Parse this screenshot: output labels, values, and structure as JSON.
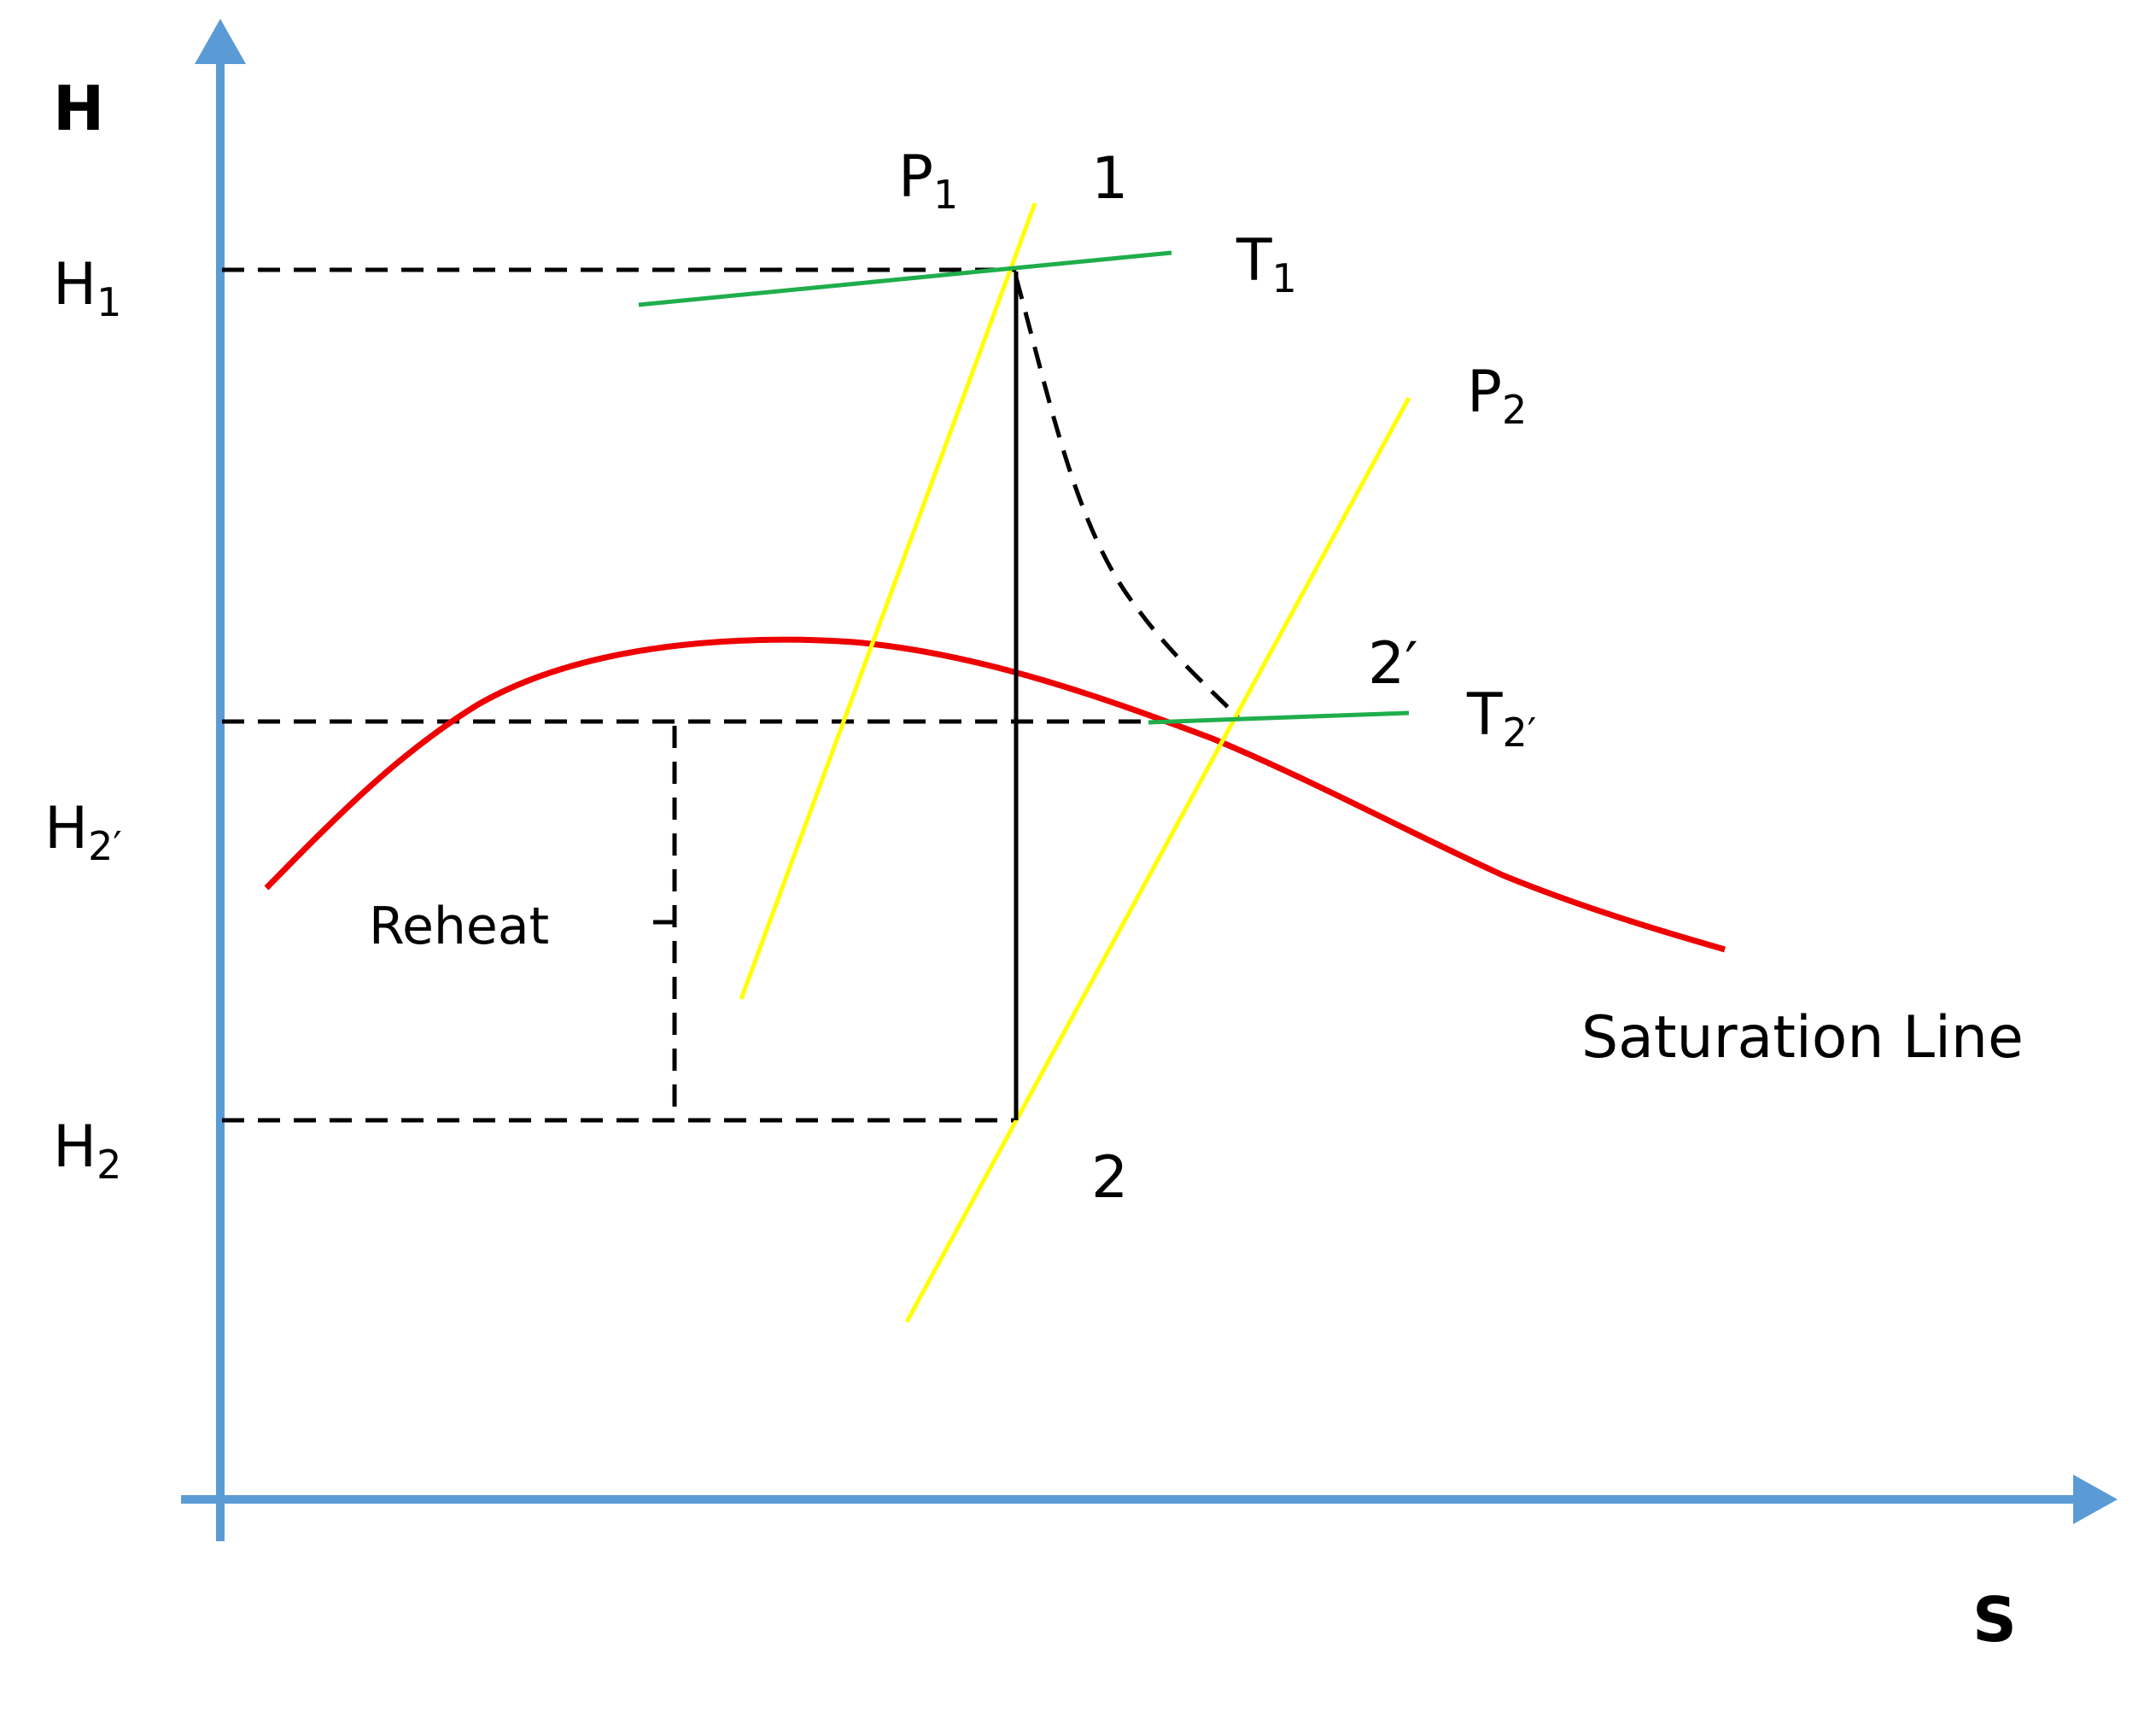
{
  "axes": {
    "y_label": "H",
    "x_label": "S",
    "y_ticks": [
      {
        "base": "H",
        "sub": "1"
      },
      {
        "base": "H",
        "sub": "2′"
      },
      {
        "base": "H",
        "sub": "2"
      }
    ]
  },
  "isobars": [
    {
      "base": "P",
      "sub": "1"
    },
    {
      "base": "P",
      "sub": "2"
    }
  ],
  "isotherms": [
    {
      "base": "T",
      "sub": "1"
    },
    {
      "base": "T",
      "sub": "2′"
    }
  ],
  "states": {
    "point_1": "1",
    "point_2": "2",
    "point_2prime": "2′"
  },
  "annotations": {
    "reheat": "Reheat",
    "saturation_line": "Saturation Line"
  },
  "colors": {
    "axis": "#5b9bd5",
    "saturation": "#ee0000",
    "isobar": "#ffff00",
    "isotherm": "#1fae4b",
    "process": "#000000"
  }
}
